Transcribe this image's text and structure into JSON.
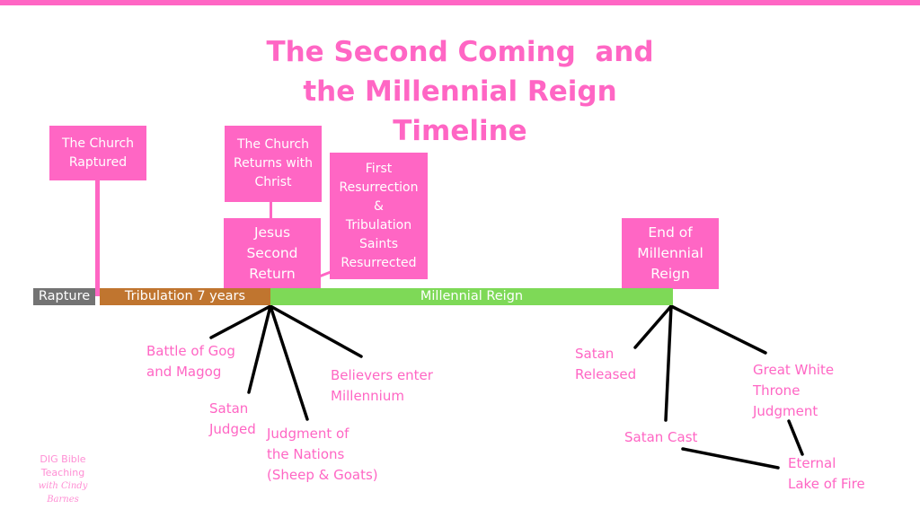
{
  "title": {
    "lines": [
      "The Second Coming  and",
      "the Millennial Reign",
      "Timeline"
    ]
  },
  "colors": {
    "pink": "#ff66c4",
    "rapture": "#737373",
    "tribulation": "#c0752f",
    "millennial": "#7ed957",
    "lines": "#000000"
  },
  "boxes": {
    "church_raptured": [
      "The Church",
      "Raptured"
    ],
    "church_returns": [
      "The Church",
      "Returns with",
      "Christ"
    ],
    "jesus_return": [
      "Jesus",
      "Second",
      "Return"
    ],
    "first_resurrection": [
      "First",
      "Resurrection",
      "&",
      "Tribulation",
      "Saints",
      "Resurrected"
    ],
    "end_millennial": [
      "End of",
      "Millennial",
      "Reign"
    ]
  },
  "timeline": {
    "rapture": "Rapture",
    "tribulation": "Tribulation 7 years",
    "millennial": "Millennial Reign"
  },
  "events": {
    "gog": [
      "Battle of Gog",
      "and Magog"
    ],
    "satan_judged": [
      "Satan",
      "Judged"
    ],
    "nations": [
      "Judgment of",
      "the Nations",
      "(Sheep & Goats)"
    ],
    "believers": [
      "Believers enter",
      "Millennium"
    ],
    "satan_released": [
      "Satan",
      "Released"
    ],
    "satan_cast": [
      "Satan Cast"
    ],
    "great_white": [
      "Great White",
      "Throne",
      "Judgment"
    ],
    "lake_fire": [
      "Eternal",
      "Lake of Fire"
    ]
  },
  "logo": {
    "line1": "DIG Bible",
    "line2": "Teaching",
    "signature": "with Cindy Barnes"
  }
}
